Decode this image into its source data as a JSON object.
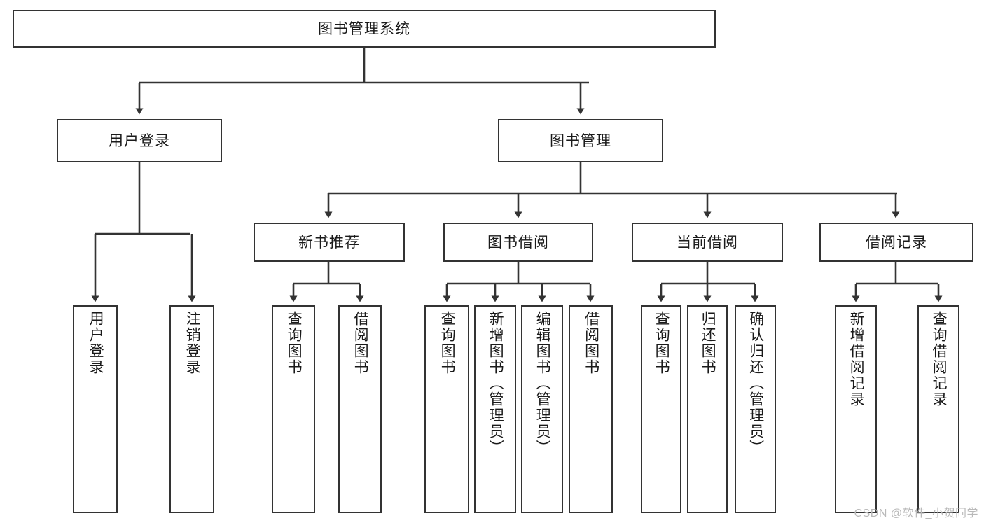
{
  "diagram": {
    "type": "tree-hierarchy-diagram",
    "title": "图书管理系统",
    "root": {
      "label": "图书管理系统"
    },
    "level2": [
      {
        "label": "用户登录"
      },
      {
        "label": "图书管理"
      }
    ],
    "level3": [
      {
        "label": "新书推荐"
      },
      {
        "label": "图书借阅"
      },
      {
        "label": "当前借阅"
      },
      {
        "label": "借阅记录"
      }
    ],
    "leaves": {
      "user_login": [
        {
          "label": "用户登录"
        },
        {
          "label": "注销登录"
        }
      ],
      "new_book_recommend": [
        {
          "label": "查询图书"
        },
        {
          "label": "借阅图书"
        }
      ],
      "book_borrow": [
        {
          "label": "查询图书"
        },
        {
          "label": "新增图书（管理员）"
        },
        {
          "label": "编辑图书（管理员）"
        },
        {
          "label": "借阅图书"
        }
      ],
      "current_borrow": [
        {
          "label": "查询图书"
        },
        {
          "label": "归还图书"
        },
        {
          "label": "确认归还（管理员）"
        }
      ],
      "borrow_record": [
        {
          "label": "新增借阅记录"
        },
        {
          "label": "查询借阅记录"
        }
      ]
    },
    "watermark": "CSDN @软件_小贺同学",
    "colors": {
      "stroke": "#333333",
      "fill": "#ffffff",
      "text": "#1a1a1a",
      "watermark": "#b9b9b9"
    }
  }
}
